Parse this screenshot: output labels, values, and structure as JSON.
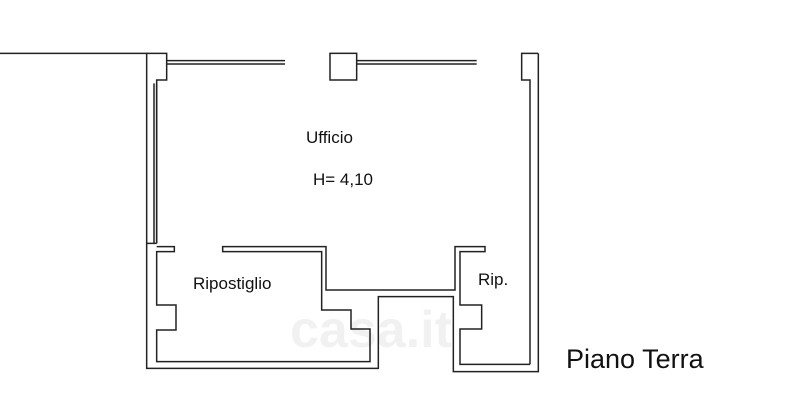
{
  "rooms": {
    "office": {
      "name": "Ufficio",
      "height": "H= 4,10"
    },
    "storage": {
      "name": "Ripostiglio"
    },
    "storage_small": {
      "name": "Rip."
    }
  },
  "floor_label": "Piano Terra",
  "watermark": "casa.it",
  "colors": {
    "wall": "#222222",
    "background": "#ffffff"
  }
}
